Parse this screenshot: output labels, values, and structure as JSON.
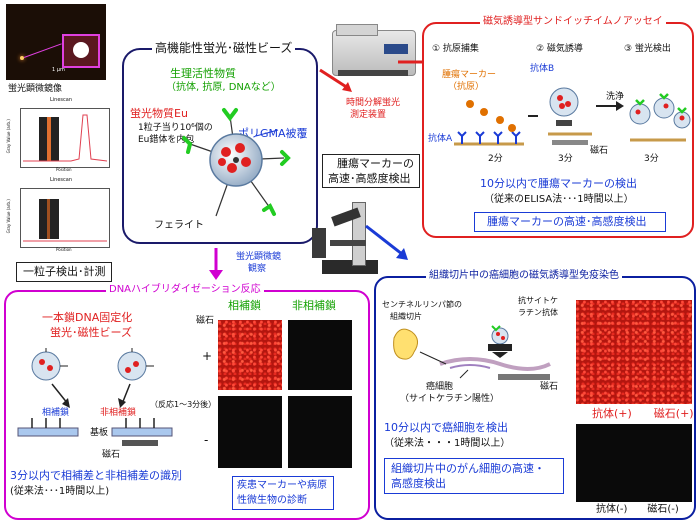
{
  "left_panel": {
    "micrograph_label": "蛍光顕微鏡像",
    "scale_label": "1 μm",
    "plot_title_1": "Linescan",
    "plot_title_2": "Linescan",
    "axis_y": "Gray Value (arb.)",
    "axis_x": "Position",
    "single_particle": "一粒子検出･計測"
  },
  "beads": {
    "title": "高機能性蛍光･磁性ビーズ",
    "bioactive": "生理活性物質",
    "bioactive_examples": "（抗体, 抗原, DNAなど）",
    "fluor": "蛍光物質Eu",
    "eu_desc_1": "1粒子当り10⁶個の",
    "eu_desc_2": "Eu錯体を内包",
    "coating": "ポリGMA被覆",
    "ferrite": "フェライト"
  },
  "instrument": {
    "label_1": "時間分解蛍光",
    "label_2": "測定装置"
  },
  "center": {
    "tumor_1": "腫瘍マーカーの",
    "tumor_2": "高速･高感度検出",
    "scope_1": "蛍光顕微鏡",
    "scope_2": "観察"
  },
  "sandwich": {
    "title": "磁気誘導型サンドイッチイムノアッセイ",
    "step1": "① 抗原捕集",
    "step2": "② 磁気誘導",
    "step3": "③ 蛍光検出",
    "antibody_b": "抗体B",
    "marker_1": "腫瘍マーカー",
    "marker_2": "（抗原）",
    "wash": "洗浄",
    "antibody_a": "抗体A",
    "t1": "2分",
    "t2": "3分",
    "t3": "3分",
    "magnet": "磁石",
    "result_1": "10分以内で腫瘍マーカーの検出",
    "result_2": "（従来のELISA法･･･1時間以上）",
    "summary": "腫瘍マーカーの高速･高感度検出"
  },
  "dna": {
    "title": "DNAハイブリダイゼーション反応",
    "beads_1": "一本鎖DNA固定化",
    "beads_2": "蛍光･磁性ビーズ",
    "comp": "相補鎖",
    "noncomp": "非相補鎖",
    "reaction": "（反応1～3分後）",
    "substrate": "基板",
    "magnet": "磁石",
    "col_comp": "相補鎖",
    "col_noncomp": "非相補鎖",
    "row_magnet": "磁石",
    "plus": "+",
    "minus": "-",
    "result_1": "3分以内で相補差と非相補差の識別",
    "result_2": "(従来法･･･1時間以上)",
    "diag_1": "疾患マーカーや病原",
    "diag_2": "性微生物の診断"
  },
  "tissue": {
    "title": "組織切片中の癌細胞の磁気誘導型免疫染色",
    "node_1": "センチネルリンパ節の",
    "node_2": "組織切片",
    "antibody_1": "抗サイトケ",
    "antibody_2": "ラチン抗体",
    "cancer_1": "癌細胞",
    "cancer_2": "（サイトケラチン陽性）",
    "magnet": "磁石",
    "result_1": "10分以内で癌細胞を検出",
    "result_2": "（従来法・・・1時間以上）",
    "summary_1": "組織切片中のがん細胞の高速・",
    "summary_2": "高感度検出",
    "pos_label": "抗体(+)　　磁石(+)",
    "neg_label": "抗体(-)　　磁石(-)"
  },
  "colors": {
    "red": "#e02020",
    "blue": "#1a3bd6",
    "magenta": "#d000d0",
    "green": "#12a000",
    "dark_blue": "#0b1fa0"
  }
}
